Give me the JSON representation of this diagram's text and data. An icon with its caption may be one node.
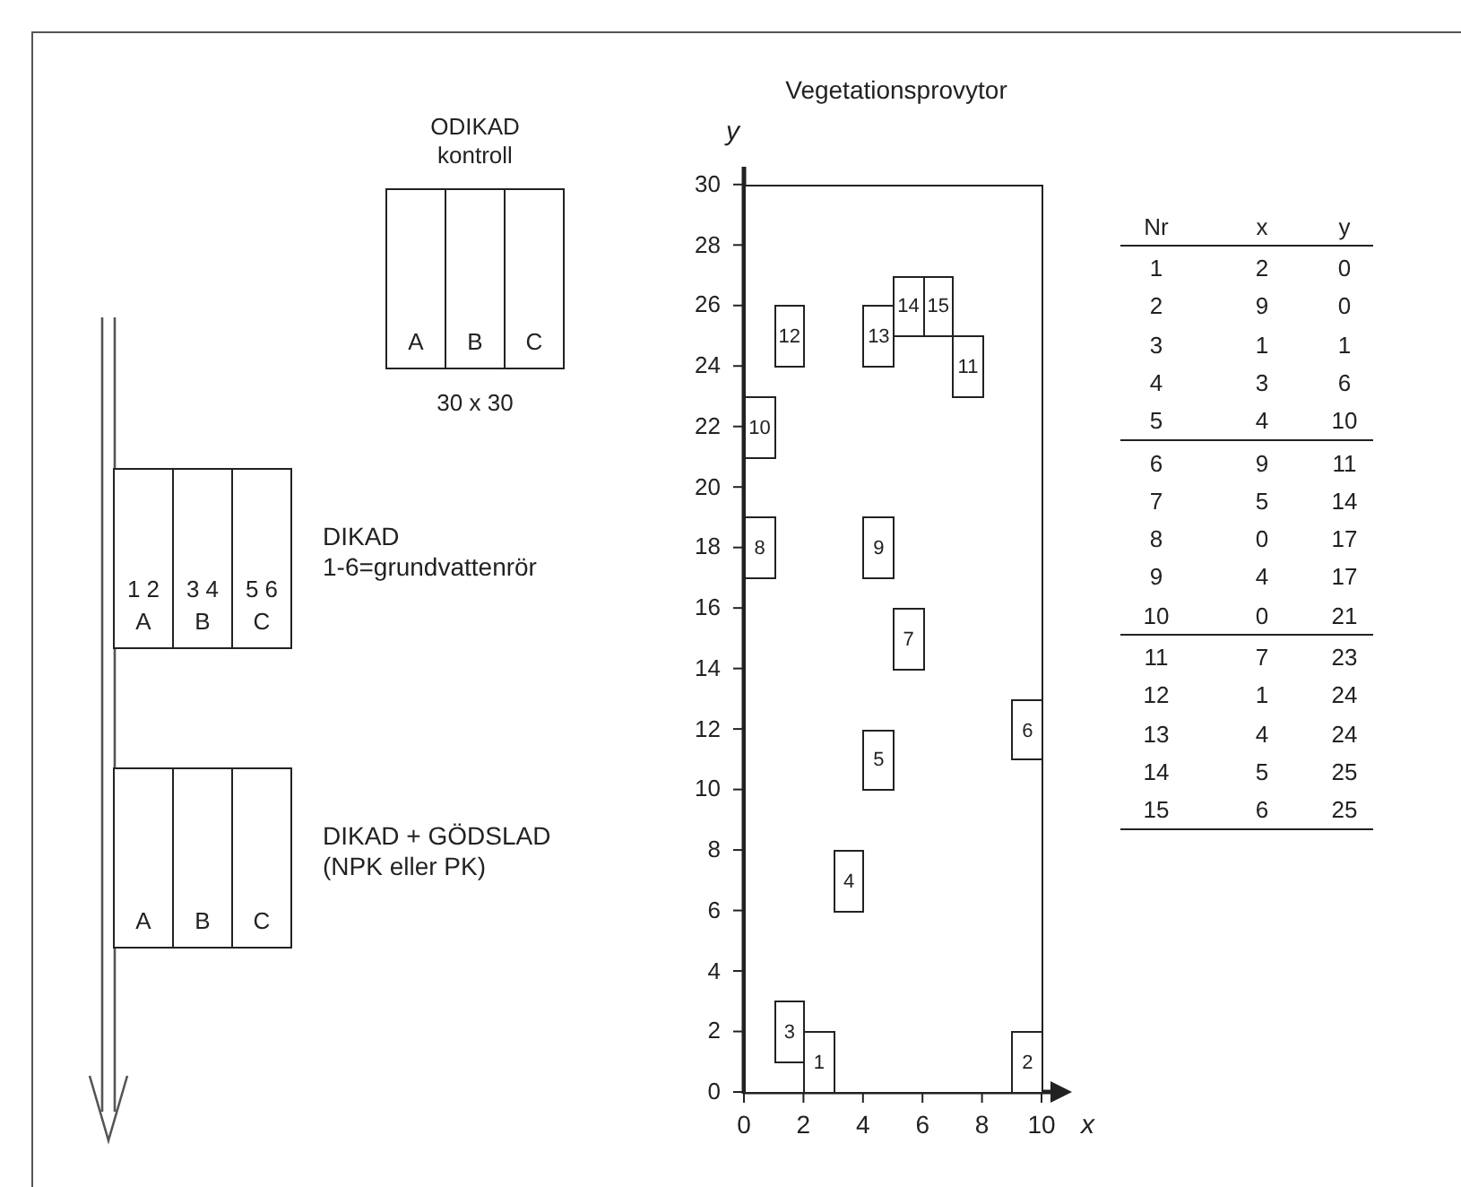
{
  "diagram": {
    "nodes": [
      {
        "text": [
          "ODIKAD kontroll"
        ],
        "beside": [
          "30 x 30"
        ]
      },
      {
        "text": [
          "A"
        ],
        "in": 0
      },
      {
        "text": [
          "B"
        ],
        "in": 0
      },
      {
        "text": [
          "C"
        ],
        "in": 0
      },
      {
        "text": [
          "DIKAD",
          "1-6=grundvattenrör"
        ]
      },
      {
        "text": [
          "1 2",
          "A"
        ],
        "in": 4
      },
      {
        "text": [
          "3 4",
          "B"
        ],
        "in": 4
      },
      {
        "text": [
          "5 6",
          "C"
        ],
        "in": 4
      },
      {
        "text": [
          "DIKAD + GÖDSLAD",
          "(NPK eller PK)"
        ]
      },
      {
        "text": [
          "A"
        ],
        "in": 8
      },
      {
        "text": [
          "B"
        ],
        "in": 8
      },
      {
        "text": [
          "C"
        ],
        "in": 8
      },
      {
        "text": [
          "Vegetationsprovytor"
        ]
      },
      {
        "text": [
          "1"
        ],
        "in": 12
      },
      {
        "text": [
          "2"
        ],
        "in": 12
      },
      {
        "text": [
          "3"
        ],
        "in": 12
      },
      {
        "text": [
          "4"
        ],
        "in": 12
      },
      {
        "text": [
          "5"
        ],
        "in": 12
      },
      {
        "text": [
          "6"
        ],
        "in": 12
      },
      {
        "text": [
          "7"
        ],
        "in": 12
      },
      {
        "text": [
          "8"
        ],
        "in": 12
      },
      {
        "text": [
          "9"
        ],
        "in": 12
      },
      {
        "text": [
          "10"
        ],
        "in": 12
      },
      {
        "text": [
          "11"
        ],
        "in": 12
      },
      {
        "text": [
          "12"
        ],
        "in": 12
      },
      {
        "text": [
          "13"
        ],
        "in": 12
      },
      {
        "text": [
          "14"
        ],
        "in": 12
      },
      {
        "text": [
          "15"
        ],
        "in": 12
      }
    ],
    "edges": [],
    "labels": [
      "y",
      "30",
      "28",
      "26",
      "24",
      "22",
      "20",
      "18",
      "16",
      "14",
      "12",
      "10",
      "8",
      "6",
      "4",
      "2",
      "0",
      "x",
      "0",
      "2",
      "4",
      "6",
      "8",
      "10",
      "Nr",
      "x",
      "y",
      "1",
      "2",
      "0",
      "2",
      "9",
      "0",
      "3",
      "1",
      "1",
      "4",
      "3",
      "6",
      "5",
      "4",
      "10",
      "6",
      "9",
      "11",
      "7",
      "5",
      "14",
      "8",
      "0",
      "17",
      "9",
      "4",
      "17",
      "10",
      "0",
      "21",
      "11",
      "7",
      "23",
      "12",
      "1",
      "24",
      "13",
      "4",
      "24",
      "14",
      "5",
      "25",
      "15",
      "6",
      "25"
    ]
  }
}
